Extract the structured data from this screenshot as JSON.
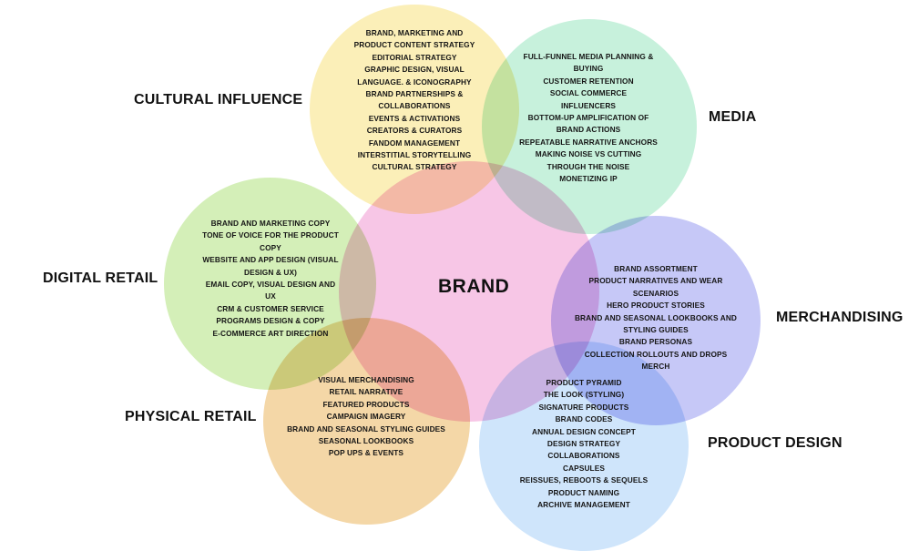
{
  "center": {
    "label": "BRAND"
  },
  "categories": {
    "cultural_influence": {
      "label": "CULTURAL INFLUENCE",
      "items": [
        "BRAND, MARKETING AND",
        "PRODUCT CONTENT STRATEGY",
        "EDITORIAL STRATEGY",
        "GRAPHIC DESIGN, VISUAL",
        "LANGUAGE. & ICONOGRAPHY",
        "BRAND PARTNERSHIPS &",
        "COLLABORATIONS",
        "EVENTS & ACTIVATIONS",
        "CREATORS & CURATORS",
        "FANDOM MANAGEMENT",
        "INTERSTITIAL STORYTELLING",
        "CULTURAL STRATEGY"
      ]
    },
    "media": {
      "label": "MEDIA",
      "items": [
        "FULL-FUNNEL MEDIA PLANNING &",
        "BUYING",
        "CUSTOMER RETENTION",
        "SOCIAL COMMERCE",
        "INFLUENCERS",
        "BOTTOM-UP AMPLIFICATION OF",
        "BRAND ACTIONS",
        "REPEATABLE NARRATIVE ANCHORS",
        "MAKING NOISE VS CUTTING",
        "THROUGH THE NOISE",
        "MONETIZING IP"
      ]
    },
    "digital_retail": {
      "label": "DIGITAL RETAIL",
      "items": [
        "BRAND AND MARKETING COPY",
        "TONE OF VOICE FOR THE PRODUCT",
        "COPY",
        "WEBSITE AND APP DESIGN (VISUAL",
        "DESIGN & UX)",
        "EMAIL COPY, VISUAL DESIGN AND",
        "UX",
        "CRM & CUSTOMER SERVICE",
        "PROGRAMS DESIGN & COPY",
        "E-COMMERCE ART DIRECTION"
      ]
    },
    "merchandising": {
      "label": "MERCHANDISING",
      "items": [
        "BRAND ASSORTMENT",
        "PRODUCT NARRATIVES AND WEAR",
        "SCENARIOS",
        "HERO PRODUCT STORIES",
        "BRAND AND SEASONAL LOOKBOOKS AND",
        "STYLING GUIDES",
        "BRAND PERSONAS",
        "COLLECTION ROLLOUTS AND DROPS",
        "MERCH"
      ]
    },
    "physical_retail": {
      "label": "PHYSICAL RETAIL",
      "items": [
        "VISUAL MERCHANDISING",
        "RETAIL NARRATIVE",
        "FEATURED PRODUCTS",
        "CAMPAIGN IMAGERY",
        "BRAND AND SEASONAL STYLING GUIDES",
        "SEASONAL LOOKBOOKS",
        "POP UPS & EVENTS"
      ]
    },
    "product_design": {
      "label": "PRODUCT DESIGN",
      "items": [
        "PRODUCT PYRAMID",
        "THE LOOK (STYLING)",
        "SIGNATURE PRODUCTS",
        "BRAND CODES",
        "ANNUAL DESIGN CONCEPT",
        "DESIGN STRATEGY",
        "COLLABORATIONS",
        "CAPSULES",
        "REISSUES, REBOOTS & SEQUELS",
        "PRODUCT NAMING",
        "ARCHIVE MANAGEMENT"
      ]
    }
  },
  "colors": {
    "brand": "#f7c6e6",
    "cultural_influence": "#fbefb8",
    "media": "#c7f1dc",
    "digital_retail": "#d4efb8",
    "physical_retail": "#f4d7a7",
    "merchandising": "#c6c8f7",
    "product_design": "#cfe5fb"
  }
}
